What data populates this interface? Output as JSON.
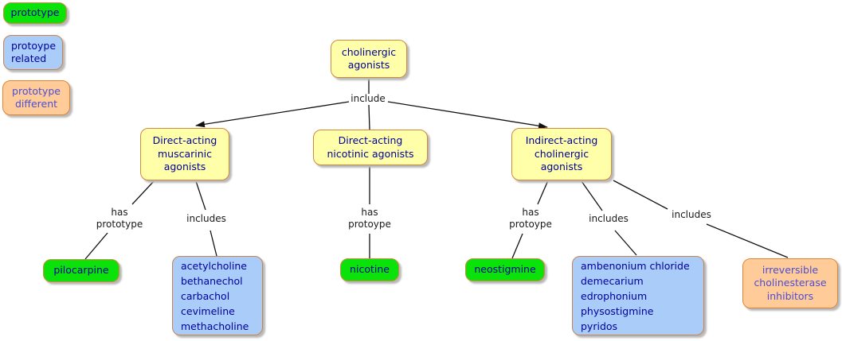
{
  "legend": {
    "prototype": {
      "label": "prototype"
    },
    "prototype_related": {
      "label": "protoype\nrelated"
    },
    "prototype_different": {
      "label": "prototype\ndifferent"
    }
  },
  "concepts": {
    "root": "cholinergic\nagonists",
    "muscarinic": "Direct-acting\nmuscarinic\nagonists",
    "nicotinic": "Direct-acting\nnicotinic agonists",
    "indirect": "Indirect-acting\ncholinergic\nagonists",
    "pilocarpine": "pilocarpine",
    "muscarinic_drugs": "acetylcholine\nbethanechol\ncarbachol\ncevimeline\nmethacholine",
    "nicotine": "nicotine",
    "neostigmine": "neostigmine",
    "indirect_drugs": "ambenonium chloride\ndemecarium\nedrophonium\nphysostigmine\npyridos",
    "irreversible": "irreversible\ncholinesterase\ninhibitors"
  },
  "links": {
    "include": "include",
    "has_prototype": "has\nprototype",
    "includes_musc": "includes",
    "has_protoype_nic": "has\nprotoype",
    "has_protoype_ind": "has\nprotoype",
    "includes_ind_1": "includes",
    "includes_ind_2": "includes"
  },
  "colors": {
    "concept_fill": "#ffffaa",
    "prototype_fill": "#0ae20a",
    "related_fill": "#a9ccf9",
    "different_fill": "#ffcc99",
    "node_border": "#cf8a3b",
    "text_blue": "#000099",
    "text_purple": "#4d4dd1",
    "line_color": "#111111"
  }
}
